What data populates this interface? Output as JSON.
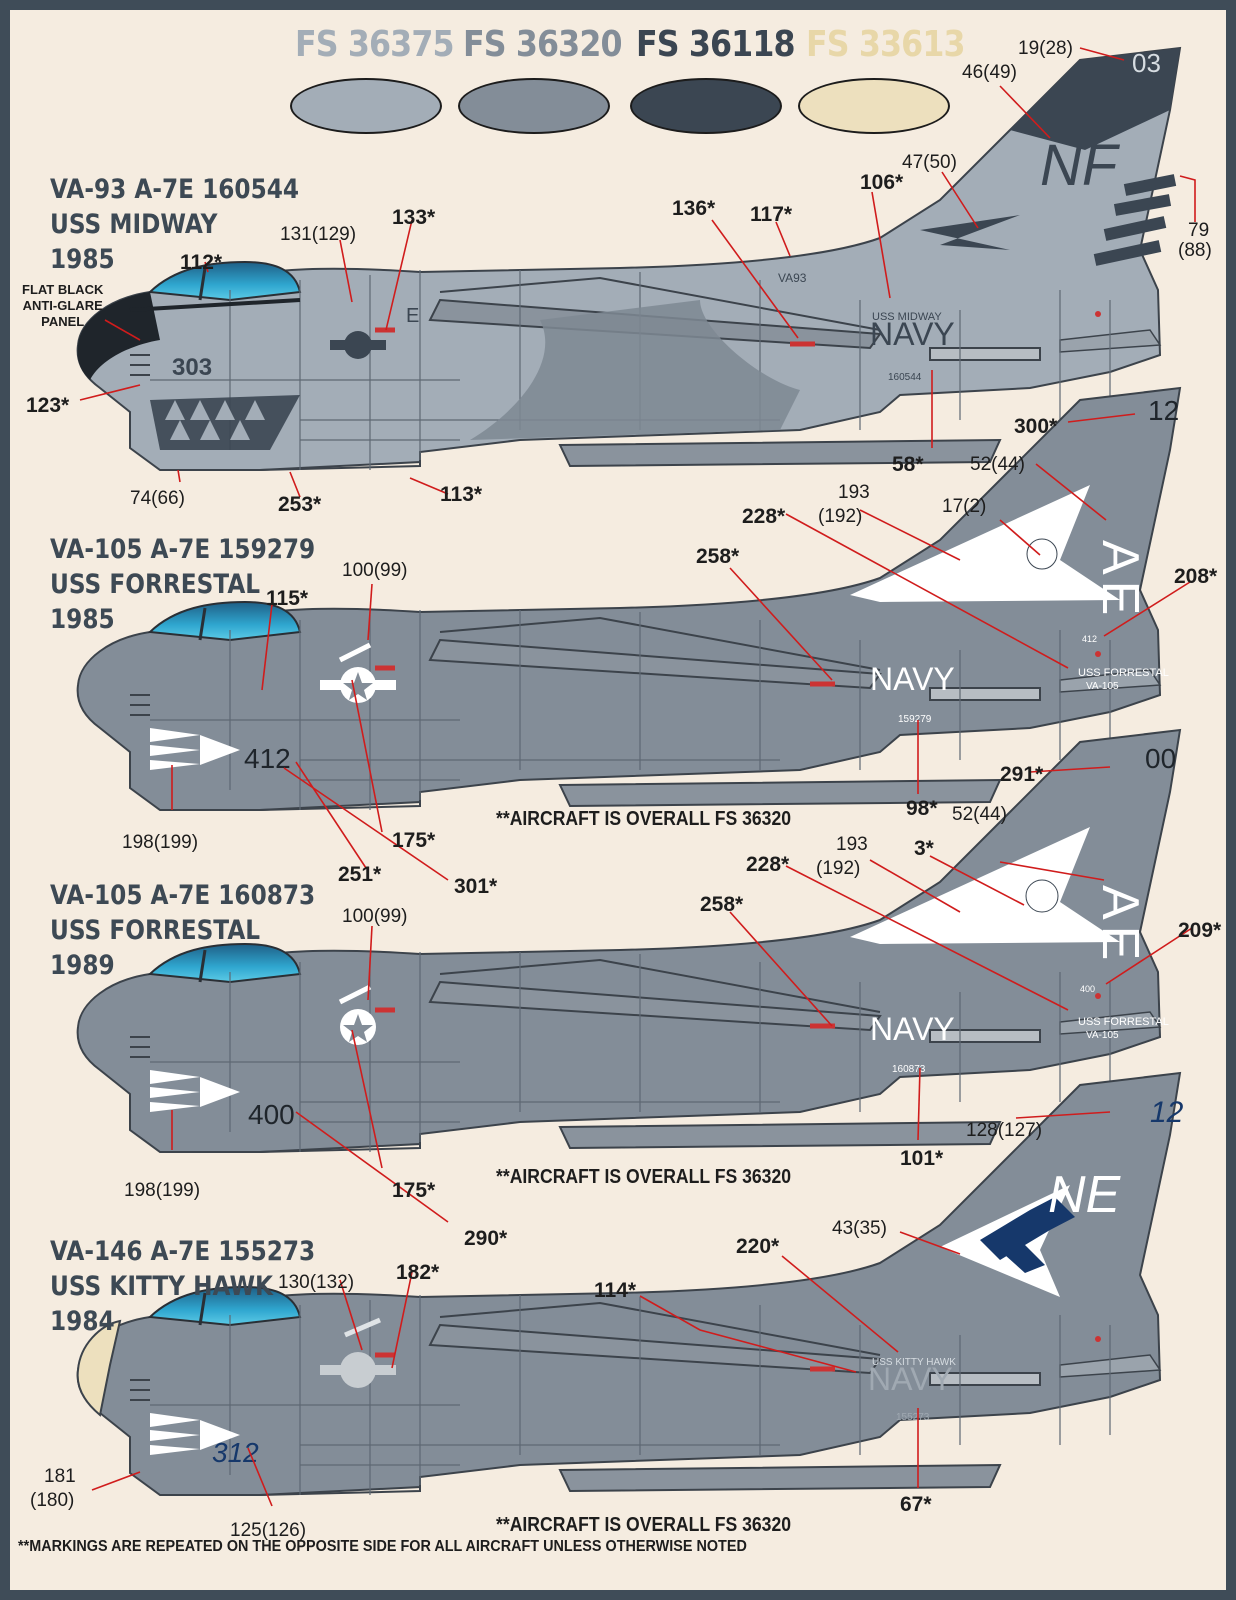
{
  "swatches": [
    {
      "code": "FS 36375",
      "color": "#a3adb7",
      "label_color": "#a3adb7"
    },
    {
      "code": "FS 36320",
      "color": "#838d98",
      "label_color": "#838d98"
    },
    {
      "code": "FS 36118",
      "color": "#3b4652",
      "label_color": "#3b4652"
    },
    {
      "code": "FS 33613",
      "color": "#ede0be",
      "label_color": "#e8d7a8"
    }
  ],
  "aircraft": [
    {
      "title": [
        "VA-93 A-7E 160544",
        "USS MIDWAY",
        "1985"
      ],
      "callouts": [
        "131(129)",
        "133*",
        "112*",
        "123*",
        "74(66)",
        "253*",
        "113*",
        "136*",
        "117*",
        "106*",
        "58*",
        "47(50)",
        "46(49)",
        "19(28)",
        "79",
        "(88)"
      ],
      "antiglare": [
        "FLAT BLACK",
        "ANTI-GLARE",
        "PANEL"
      ],
      "markings": {
        "modex": "303",
        "tail": "NF",
        "tailnum": "03",
        "navy": "NAVY",
        "ship": "USS MIDWAY",
        "squadron": "VA93",
        "bureau": "160544",
        "letter": "E"
      }
    },
    {
      "title": [
        "VA-105 A-7E 159279",
        "USS FORRESTAL",
        "1985"
      ],
      "callouts": [
        "115*",
        "100(99)",
        "258*",
        "228*",
        "193",
        "(192)",
        "17(2)",
        "52(44)",
        "300*",
        "208*",
        "198(199)",
        "175*",
        "251*",
        "301*",
        "98*"
      ],
      "note": "**AIRCRAFT IS OVERALL FS 36320",
      "markings": {
        "modex": "412",
        "tail": "AE",
        "tailnum": "12",
        "navy": "NAVY",
        "ship": "USS FORRESTAL",
        "squadron": "VA-105",
        "bureau": "159279",
        "fin": "412"
      }
    },
    {
      "title": [
        "VA-105 A-7E 160873",
        "USS FORRESTAL",
        "1989"
      ],
      "callouts": [
        "100(99)",
        "258*",
        "228*",
        "193",
        "(192)",
        "3*",
        "52(44)",
        "291*",
        "209*",
        "198(199)",
        "175*",
        "290*",
        "101*"
      ],
      "note": "**AIRCRAFT IS OVERALL FS 36320",
      "markings": {
        "modex": "400",
        "tail": "AE",
        "tailnum": "00",
        "navy": "NAVY",
        "ship": "USS FORRESTAL",
        "squadron": "VA-105",
        "bureau": "160873",
        "fin": "400"
      }
    },
    {
      "title": [
        "VA-146 A-7E 155273",
        "USS KITTY HAWK",
        "1984"
      ],
      "callouts": [
        "130(132)",
        "182*",
        "114*",
        "220*",
        "43(35)",
        "128(127)",
        "181",
        "(180)",
        "125(126)",
        "67*"
      ],
      "note": "**AIRCRAFT IS OVERALL FS 36320",
      "markings": {
        "modex": "312",
        "tail": "NE",
        "tailnum": "12",
        "navy": "NAVY",
        "ship": "USS KITTY HAWK",
        "bureau": "155273"
      }
    }
  ],
  "footer": "**MARKINGS ARE REPEATED ON THE OPPOSITE SIDE FOR ALL AIRCRAFT UNLESS OTHERWISE NOTED"
}
